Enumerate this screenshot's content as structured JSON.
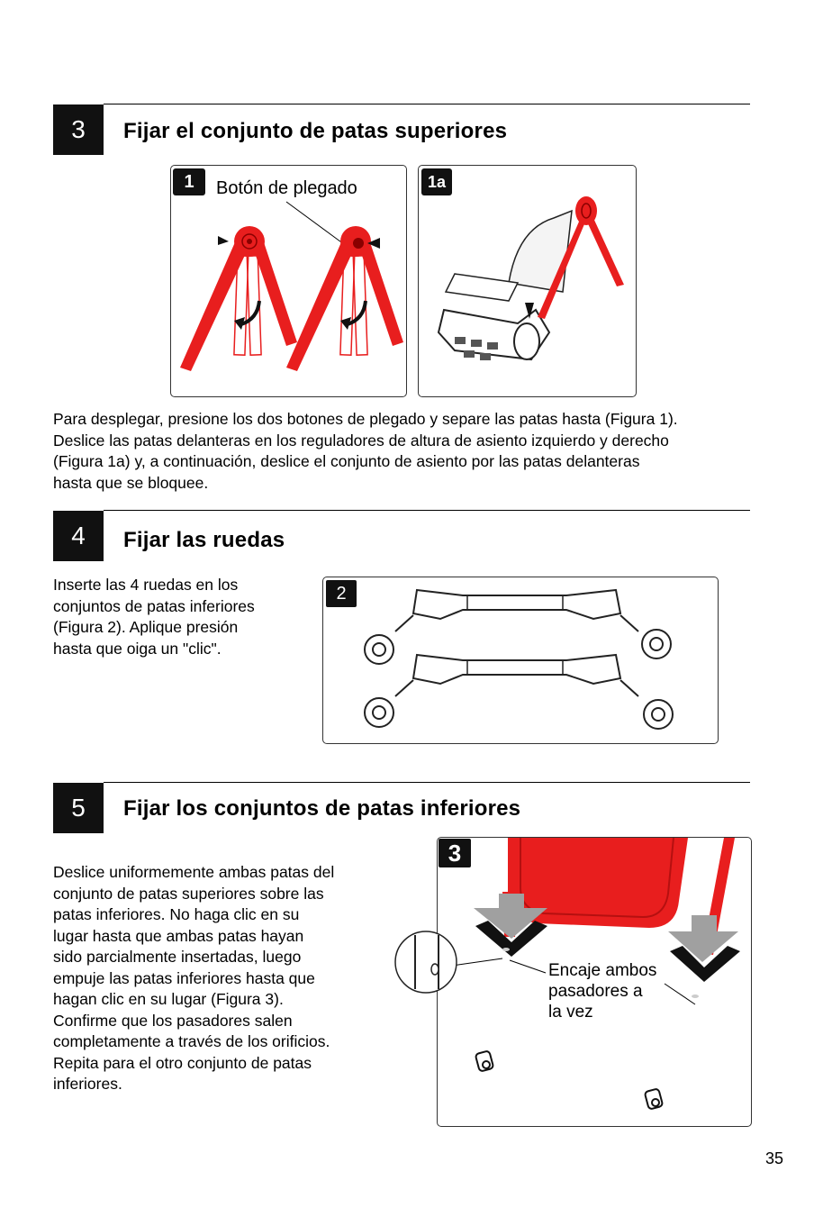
{
  "sections": [
    {
      "number": "3",
      "title": "Fijar el conjunto de patas superiores",
      "figure1": {
        "badge": "1",
        "label": "Botón de plegado"
      },
      "figure1a": {
        "badge": "1a"
      },
      "paragraph": [
        "Para desplegar, presione los dos botones de plegado y separe las patas hasta (Figura 1).",
        "Deslice las patas delanteras en los reguladores de altura de asiento izquierdo y derecho",
        "(Figura 1a) y, a continuación, deslice el conjunto de asiento por las patas delanteras",
        "hasta que se bloquee."
      ]
    },
    {
      "number": "4",
      "title": "Fijar las ruedas",
      "figure": {
        "badge": "2"
      },
      "paragraph": [
        "Inserte las 4 ruedas en los",
        "conjuntos de patas inferiores",
        "(Figura 2). Aplique presión",
        "hasta que oiga un \"clic\"."
      ]
    },
    {
      "number": "5",
      "title": "Fijar los conjuntos de patas inferiores",
      "figure": {
        "badge": "3",
        "label": [
          "Encaje ambos",
          "pasadores a",
          "la vez"
        ]
      },
      "paragraph": [
        "Deslice uniformemente ambas patas del",
        "conjunto de patas superiores sobre las",
        "patas inferiores. No haga clic en su",
        "lugar hasta que ambas patas hayan",
        "sido parcialmente insertadas, luego",
        "empuje las patas inferiores hasta que",
        "hagan clic en su lugar (Figura 3).",
        "Confirme que los pasadores salen",
        "completamente a través de los orificios.",
        "Repita para el otro conjunto de patas",
        "inferiores."
      ]
    }
  ],
  "page_number": "35",
  "colors": {
    "accent_red": "#e81e1e",
    "dark": "#111111",
    "arrow_gray": "#a0a0a0"
  }
}
